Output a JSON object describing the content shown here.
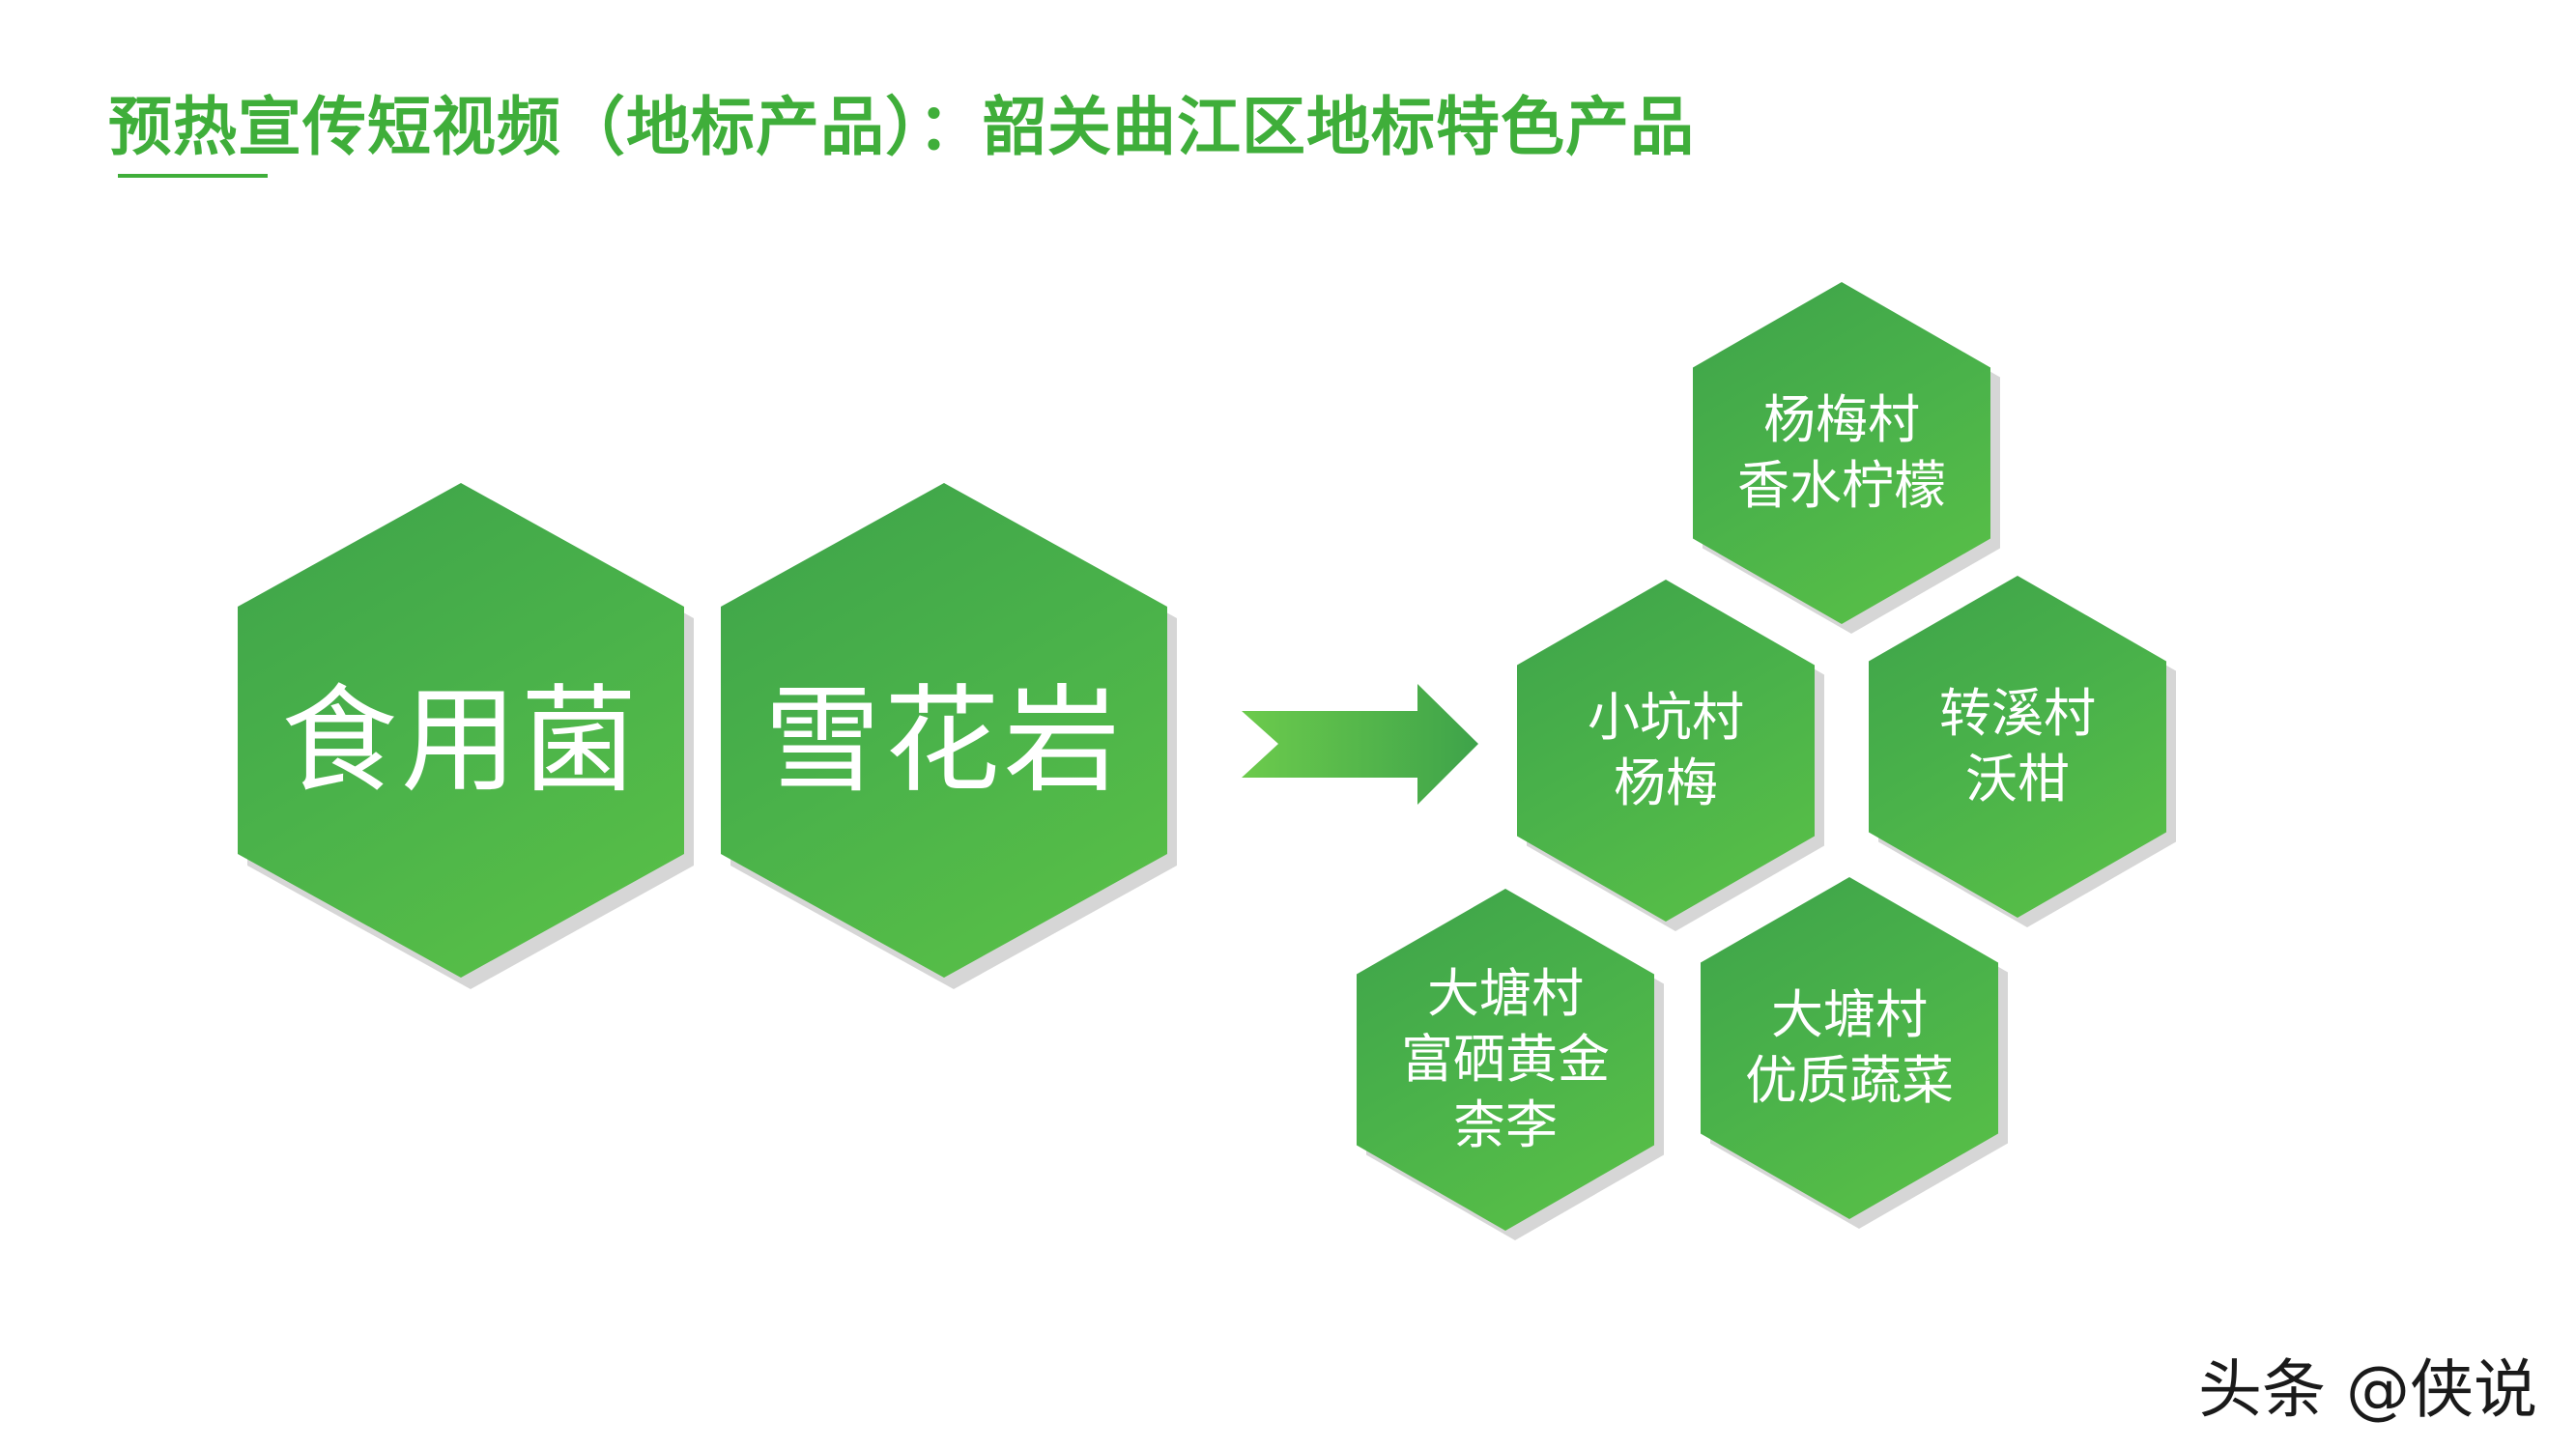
{
  "title": "预热宣传短视频（地标产品）：韶关曲江区地标特色产品",
  "left_items": [
    "食用菌",
    "雪花岩"
  ],
  "right_items": [
    {
      "lines": [
        "杨梅村",
        "香水柠檬"
      ]
    },
    {
      "lines": [
        "小坑村",
        "杨梅"
      ]
    },
    {
      "lines": [
        "转溪村",
        "沃柑"
      ]
    },
    {
      "lines": [
        "大塘村",
        "富硒黄金",
        "柰李"
      ]
    },
    {
      "lines": [
        "大塘村",
        "优质蔬菜"
      ]
    }
  ],
  "watermark": "头条 @侠说",
  "colors": {
    "accent": "#3fae3a",
    "hex_dark": "#3ea34a",
    "hex_light": "#5bc247"
  },
  "icons": {
    "arrow": "right-arrow-icon"
  }
}
